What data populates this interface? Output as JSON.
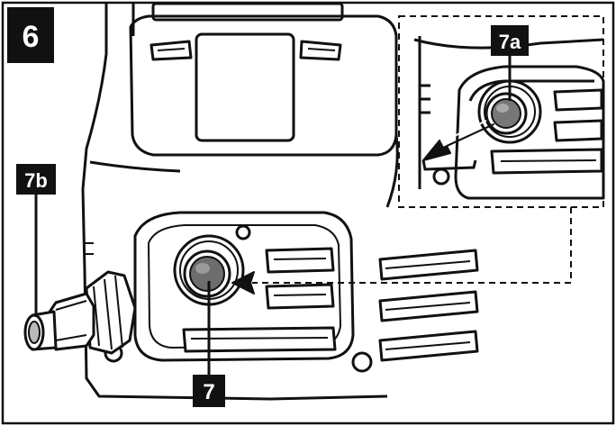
{
  "step": {
    "number": "6"
  },
  "callouts": {
    "main_outlet": "7",
    "inset_outlet": "7a",
    "hose_connector": "7b"
  },
  "colors": {
    "ink": "#111111",
    "label_background": "#111111",
    "label_text": "#ffffff",
    "outlet_gray": "#6d6d6d",
    "page": "#ffffff"
  },
  "icons": {
    "inset_arrow": "removal-arrow-icon",
    "pointer_arrow": "pointer-arrow-icon"
  }
}
